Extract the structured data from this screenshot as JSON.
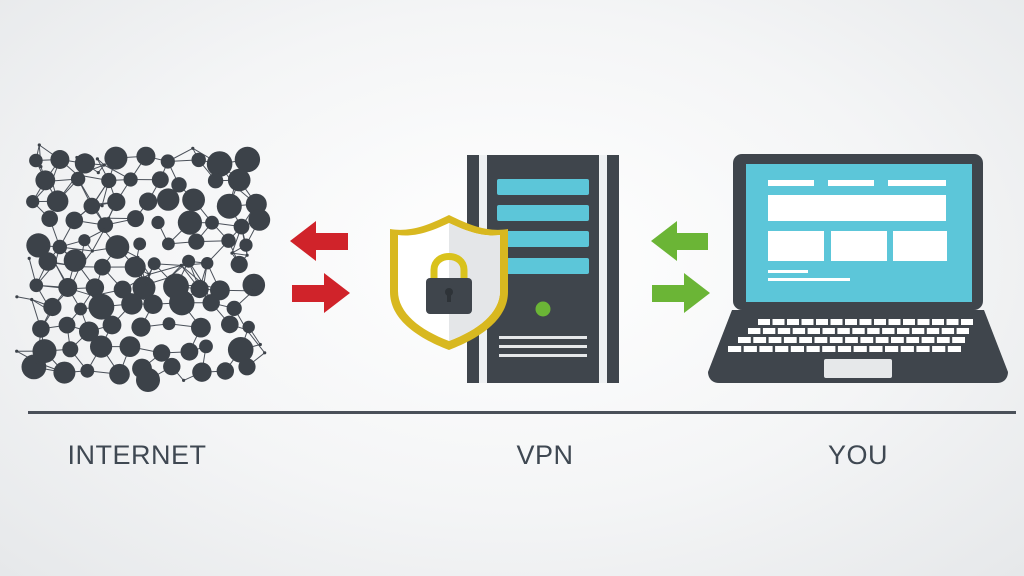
{
  "labels": {
    "internet": "INTERNET",
    "vpn": "VPN",
    "you": "YOU"
  },
  "colors": {
    "network_dark": "#3c4249",
    "network_light": "#4a5059",
    "arrow_red": "#d0232a",
    "arrow_green": "#6bb536",
    "shield_gold": "#d8b820",
    "lock_yellow": "#d9c21c",
    "server_dark": "#3f454c",
    "server_cyan": "#5cc6d9",
    "server_led": "#6bb536",
    "laptop_screen": "#5cc6d9",
    "divider": "#4a5059"
  },
  "icons": {
    "internet": "network-icon",
    "vpn_shield": "shield-lock-icon",
    "vpn_server": "server-icon",
    "you": "laptop-icon",
    "arrows_left": "bidirectional-arrows-icon",
    "arrows_right": "bidirectional-arrows-icon"
  }
}
